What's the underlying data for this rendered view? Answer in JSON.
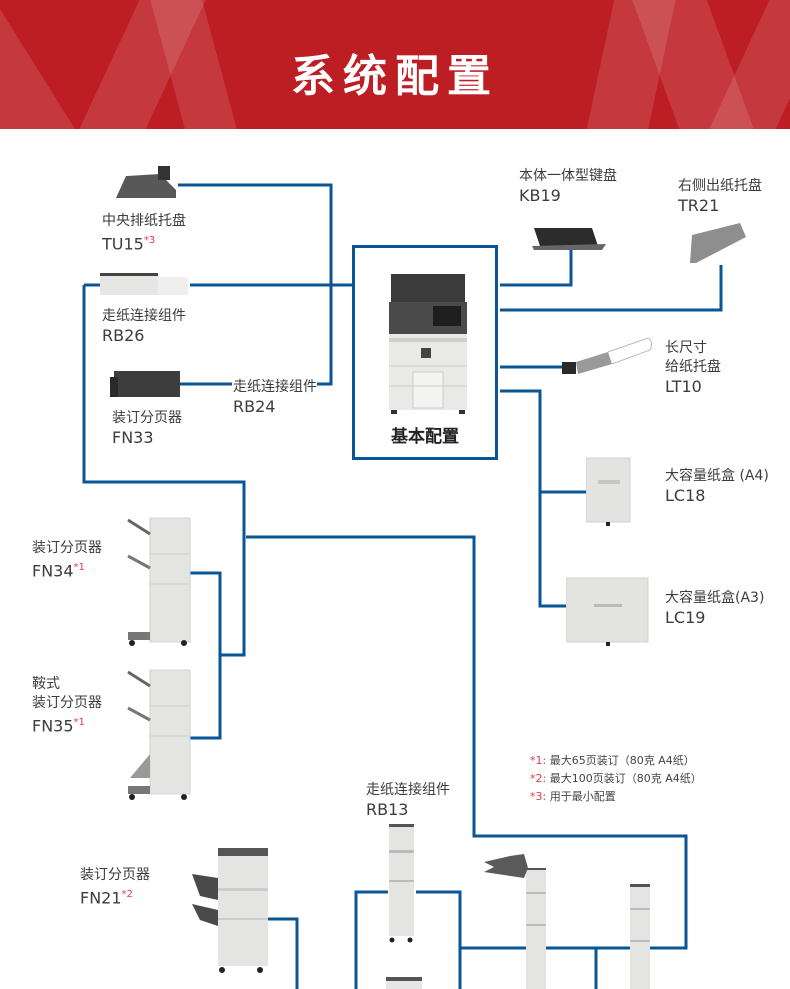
{
  "header": {
    "title": "系统配置",
    "background_color": "#bd1e24"
  },
  "line_color": "#0a5596",
  "base": {
    "label": "基本配置"
  },
  "devices": [
    {
      "id": "tu15",
      "name": "中央排纸托盘",
      "model": "TU15",
      "note": "*3"
    },
    {
      "id": "rb26",
      "name": "走纸连接组件",
      "model": "RB26"
    },
    {
      "id": "fn33",
      "name": "装订分页器",
      "model": "FN33"
    },
    {
      "id": "rb24",
      "name": "走纸连接组件",
      "model": "RB24"
    },
    {
      "id": "kb19",
      "name": "本体一体型键盘",
      "model": "KB19"
    },
    {
      "id": "tr21",
      "name": "右侧出纸托盘",
      "model": "TR21"
    },
    {
      "id": "lt10",
      "name_line1": "长尺寸",
      "name_line2": "给纸托盘",
      "model": "LT10"
    },
    {
      "id": "lc18",
      "name": "大容量纸盒 (A4)",
      "model": "LC18"
    },
    {
      "id": "lc19",
      "name": "大容量纸盒(A3)",
      "model": "LC19"
    },
    {
      "id": "fn34",
      "name": "装订分页器",
      "model": "FN34",
      "note": "*1"
    },
    {
      "id": "fn35",
      "name_line1": "鞍式",
      "name_line2": "装订分页器",
      "model": "FN35",
      "note": "*1"
    },
    {
      "id": "rb13",
      "name": "走纸连接组件",
      "model": "RB13"
    },
    {
      "id": "fn21",
      "name": "装订分页器",
      "model": "FN21",
      "note": "*2"
    }
  ],
  "footnotes": [
    {
      "mark": "*1:",
      "text": "最大65页装订（80克 A4纸）"
    },
    {
      "mark": "*2:",
      "text": "最大100页装订（80克 A4纸）"
    },
    {
      "mark": "*3:",
      "text": "用于最小配置"
    }
  ]
}
